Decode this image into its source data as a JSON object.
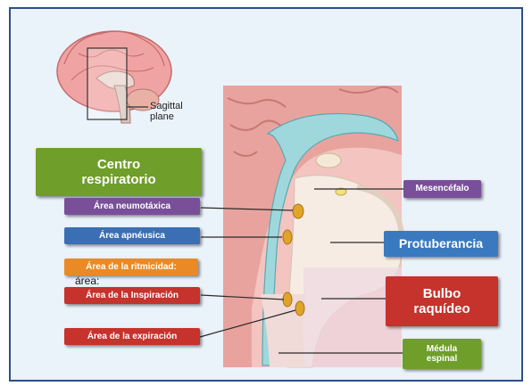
{
  "diagram": {
    "plane_label_line1": "Sagittal",
    "plane_label_line2": "plane",
    "centro_line1": "Centro",
    "centro_line2": "respiratorio",
    "neumotaxica": "Área neumotáxica",
    "apneusica": "Área apnéusica",
    "ritmicidad": "Área de la ritmicidad:",
    "area_word": "área:",
    "inspiracion": "Área de la Inspiración",
    "expiracion": "Área de la expiración",
    "mesencefalo": "Mesencéfalo",
    "protuberancia": "Protuberancia",
    "bulbo_line1": "Bulbo",
    "bulbo_line2": "raquídeo",
    "medula_line1": "Médula",
    "medula_line2": "espinal"
  },
  "colors": {
    "centro": "#6f9e2a",
    "neumotaxica": "#7a4f9a",
    "apneusica": "#3a6fb3",
    "ritmicidad": "#e98a26",
    "inspiracion": "#c6322c",
    "expiracion": "#c6322c",
    "mesencefalo": "#7a4f9a",
    "protuberancia": "#3a79bf",
    "bulbo": "#c6322c",
    "medula": "#6f9e2a"
  }
}
